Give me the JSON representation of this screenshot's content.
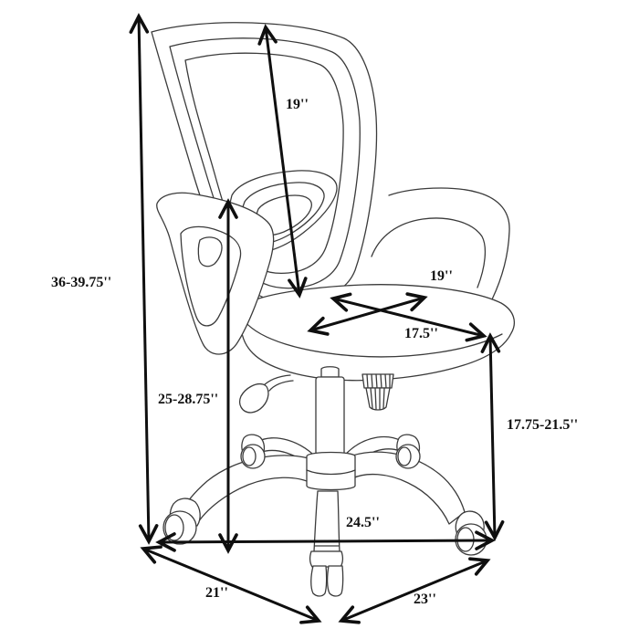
{
  "diagram": {
    "subject": "office chair dimension diagram",
    "unit": "inches",
    "colors": {
      "background": "#ffffff",
      "chair_line": "#3b3b3b",
      "arrow": "#0f0f0f",
      "text": "#111111"
    },
    "dimensions": {
      "overall_height": "36-39.75''",
      "backrest_height": "19''",
      "floor_to_armrest_height": "25-28.75''",
      "seat_width": "19''",
      "seat_depth": "17.5''",
      "floor_to_seat_height": "17.75-21.5''",
      "base_width": "24.5''",
      "base_depth_left": "21''",
      "base_depth_right": "23''"
    }
  }
}
